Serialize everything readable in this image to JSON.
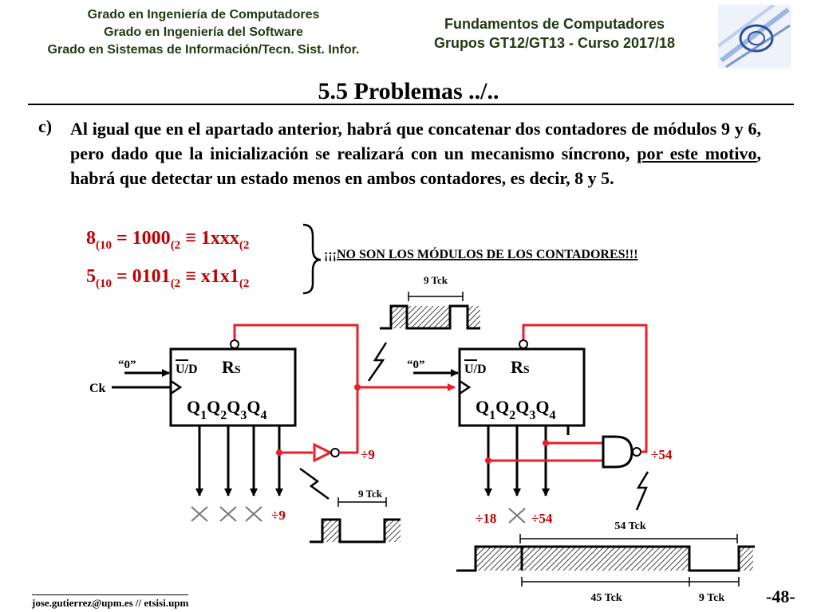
{
  "header": {
    "left_lines": [
      "Grado en Ingeniería de Computadores",
      "Grado en Ingeniería del Software",
      "Grado en Sistemas de Información/Tecn. Sist. Infor."
    ],
    "right_lines": [
      "Fundamentos de Computadores",
      "Grupos GT12/GT13 - Curso 2017/18"
    ]
  },
  "title": "5.5 Problemas ../..",
  "item_label": "c)",
  "paragraph": {
    "part1": "Al igual que en el apartado anterior, habrá que concatenar dos contadores de módulos 9 y 6, pero dado que la inicialización se realizará con un mecanismo síncrono, ",
    "underlined": "por este motivo",
    "part2": ", habrá que detectar un estado menos en ambos contadores, es decir, 8 y 5."
  },
  "equations": {
    "eq1": {
      "a": "8",
      "a_sub": "(10",
      "mid": " = 1000",
      "mid_sub": "(2",
      "equiv": " ≡ 1xxx",
      "end_sub": "(2"
    },
    "eq2": {
      "a": "5",
      "a_sub": "(10",
      "mid": " = 0101",
      "mid_sub": "(2",
      "equiv": " ≡ x1x1",
      "end_sub": "(2"
    }
  },
  "warning": "¡¡¡NO SON LOS MÓDULOS DE LOS CONTADORES!!!",
  "counter1": {
    "ud": "U/D",
    "rs": "R",
    "rs_sub": "S",
    "zero": "“0”",
    "clock": "Ck",
    "outputs": [
      "Q",
      "Q",
      "Q",
      "Q"
    ],
    "output_subs": [
      "1",
      "2",
      "3",
      "4"
    ],
    "div_out": "÷9",
    "div_gate": "÷9",
    "pulse_top": "9 Tck",
    "pulse_bottom": "9 Tck"
  },
  "counter2": {
    "ud": "U/D",
    "rs": "R",
    "rs_sub": "S",
    "zero": "“0”",
    "outputs": [
      "Q",
      "Q",
      "Q",
      "Q"
    ],
    "output_subs": [
      "1",
      "2",
      "3",
      "4"
    ],
    "div_q1": "÷18",
    "div_q3": "÷54",
    "div_gate": "÷54",
    "pulse_top": "54 Tck",
    "pulse_low": "45 Tck",
    "pulse_high": "9 Tck"
  },
  "footer": {
    "email": "jose.gutierrez@upm.es // etsisi.upm",
    "page": "-48-"
  },
  "colors": {
    "header_text": "#1f3a12",
    "wire_red": "#e8202a",
    "equation_red": "#c00000"
  }
}
